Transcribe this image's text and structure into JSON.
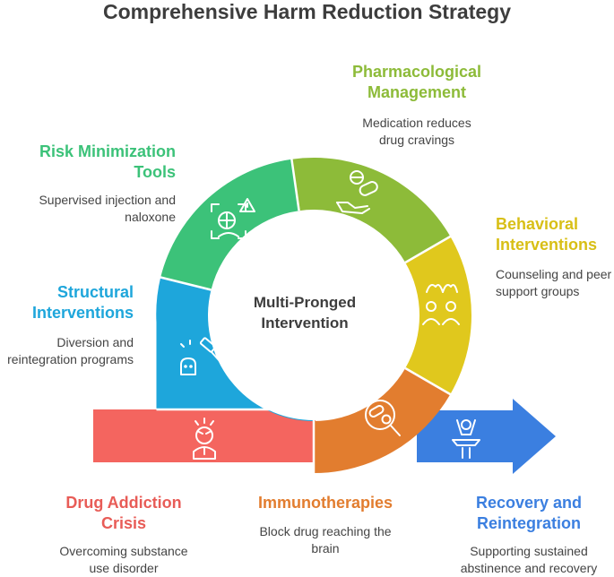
{
  "title": "Comprehensive Harm Reduction Strategy",
  "center": {
    "line1": "Multi-Pronged",
    "line2": "Intervention"
  },
  "colors": {
    "red": "#f4655f",
    "orange": "#e27d2f",
    "blue": "#3b7fe0",
    "cyan": "#1ea6db",
    "green": "#3cc279",
    "lime": "#8dbb39",
    "yellow": "#e0c81d"
  },
  "stages": {
    "pharmacological": {
      "title_1": "Pharmacological",
      "title_2": "Management",
      "desc_1": "Medication reduces",
      "desc_2": "drug cravings",
      "icon": "pills-hand-icon"
    },
    "risk": {
      "title_1": "Risk Minimization",
      "title_2": "Tools",
      "desc_1": "Supervised injection and",
      "desc_2": "naloxone",
      "icon": "warning-scan-icon"
    },
    "behavioral": {
      "title_1": "Behavioral",
      "title_2": "Interventions",
      "desc_1": "Counseling and peer",
      "desc_2": "support groups",
      "icon": "people-support-icon"
    },
    "structural": {
      "title_1": "Structural",
      "title_2": "Interventions",
      "desc_1": "Diversion and",
      "desc_2": "reintegration programs",
      "icon": "gavel-person-icon"
    },
    "crisis": {
      "title_1": "Drug Addiction",
      "title_2": "Crisis",
      "desc_1": "Overcoming substance",
      "desc_2": "use disorder",
      "icon": "distressed-person-icon"
    },
    "immuno": {
      "title_1": "Immunotherapies",
      "desc_1": "Block drug reaching the",
      "desc_2": "brain",
      "icon": "blocked-pills-icon"
    },
    "recovery": {
      "title_1": "Recovery and",
      "title_2": "Reintegration",
      "desc_1": "Supporting sustained",
      "desc_2": "abstinence and recovery",
      "icon": "celebrating-person-icon"
    }
  }
}
